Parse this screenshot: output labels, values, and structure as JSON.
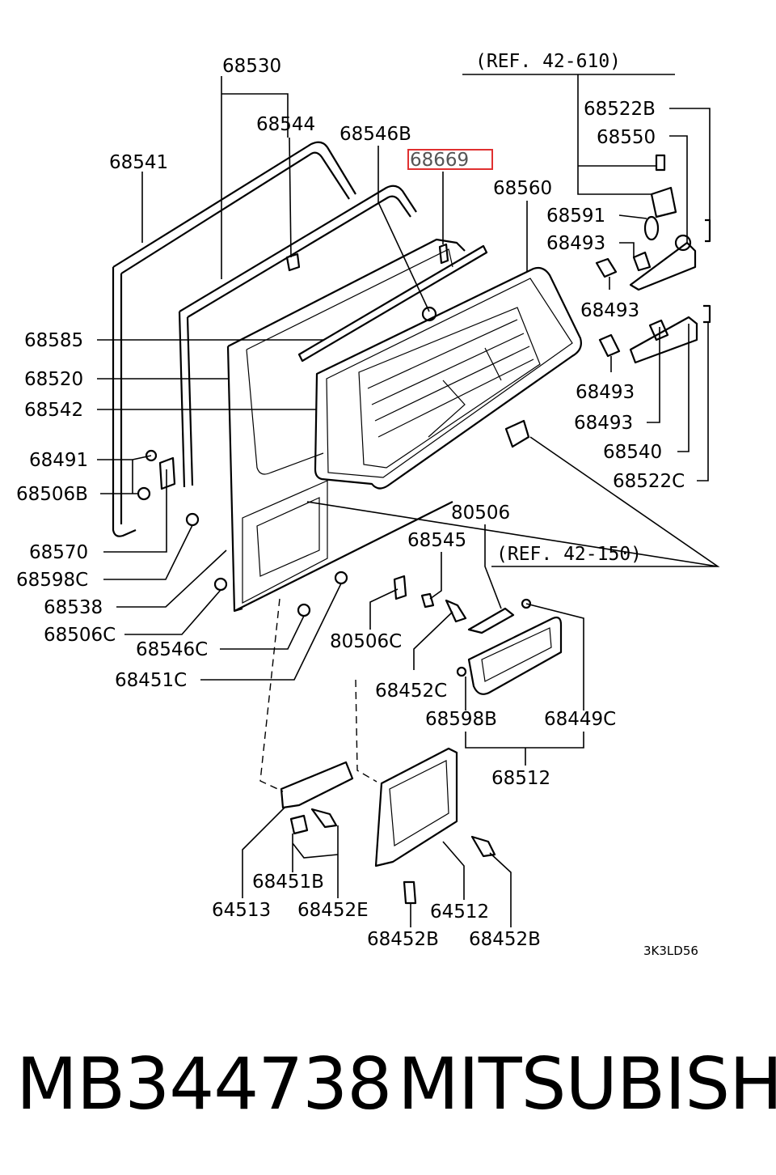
{
  "ref_top": "(REF.  42-610)",
  "ref_mid": "(REF.  42-150)",
  "highlighted_label": "68669",
  "labels": [
    {
      "text": "68530"
    },
    {
      "text": "68544"
    },
    {
      "text": "68546B"
    },
    {
      "text": "68669"
    },
    {
      "text": "68541"
    },
    {
      "text": "68560"
    },
    {
      "text": "68522B"
    },
    {
      "text": "68550"
    },
    {
      "text": "68591"
    },
    {
      "text": "68493"
    },
    {
      "text": "68493"
    },
    {
      "text": "68493"
    },
    {
      "text": "68493"
    },
    {
      "text": "68540"
    },
    {
      "text": "68522C"
    },
    {
      "text": "68585"
    },
    {
      "text": "68520"
    },
    {
      "text": "68542"
    },
    {
      "text": "68491"
    },
    {
      "text": "68506B"
    },
    {
      "text": "68570"
    },
    {
      "text": "68598C"
    },
    {
      "text": "68538"
    },
    {
      "text": "68506C"
    },
    {
      "text": "68546C"
    },
    {
      "text": "68451C"
    },
    {
      "text": "80506"
    },
    {
      "text": "68545"
    },
    {
      "text": "80506C"
    },
    {
      "text": "68452C"
    },
    {
      "text": "68598B"
    },
    {
      "text": "68449C"
    },
    {
      "text": "68512"
    },
    {
      "text": "68451B"
    },
    {
      "text": "64513"
    },
    {
      "text": "68452E"
    },
    {
      "text": "64512"
    },
    {
      "text": "68452B"
    },
    {
      "text": "68452B"
    }
  ],
  "diagram_code": "3K3LD56",
  "part_number": "MB344738",
  "brand": "MITSUBISHI",
  "highlight_color": "#e03030"
}
